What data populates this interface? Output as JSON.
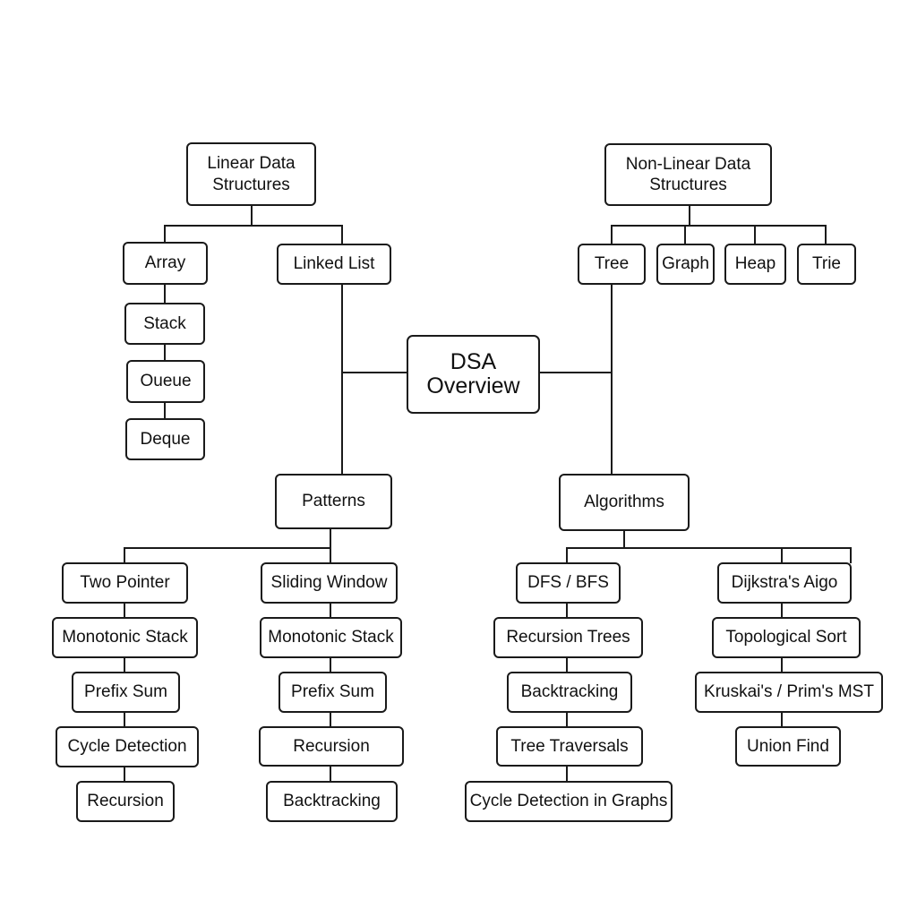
{
  "center": {
    "label": "DSA\nOverview"
  },
  "linear": {
    "title": "Linear Data\nStructures",
    "items": {
      "array": "Array",
      "linked_list": "Linked List",
      "stack": "Stack",
      "queue": "Oueue",
      "deque": "Deque"
    }
  },
  "nonlinear": {
    "title": "Non-Linear Data\nStructures",
    "items": {
      "tree": "Tree",
      "graph": "Graph",
      "heap": "Heap",
      "trie": "Trie"
    }
  },
  "patterns": {
    "title": "Patterns",
    "left": [
      "Two Pointer",
      "Monotonic Stack",
      "Prefix Sum",
      "Cycle Detection",
      "Recursion"
    ],
    "right": [
      "Sliding Window",
      "Monotonic Stack",
      "Prefix Sum",
      "Recursion",
      "Backtracking"
    ]
  },
  "algorithms": {
    "title": "Algorithms",
    "left": [
      "DFS / BFS",
      "Recursion Trees",
      "Backtracking",
      "Tree Traversals",
      "Cycle Detection in Graphs"
    ],
    "right": [
      "Dijkstra's Aigo",
      "Topological Sort",
      "Kruskai's / Prim's MST",
      "Union Find"
    ]
  }
}
